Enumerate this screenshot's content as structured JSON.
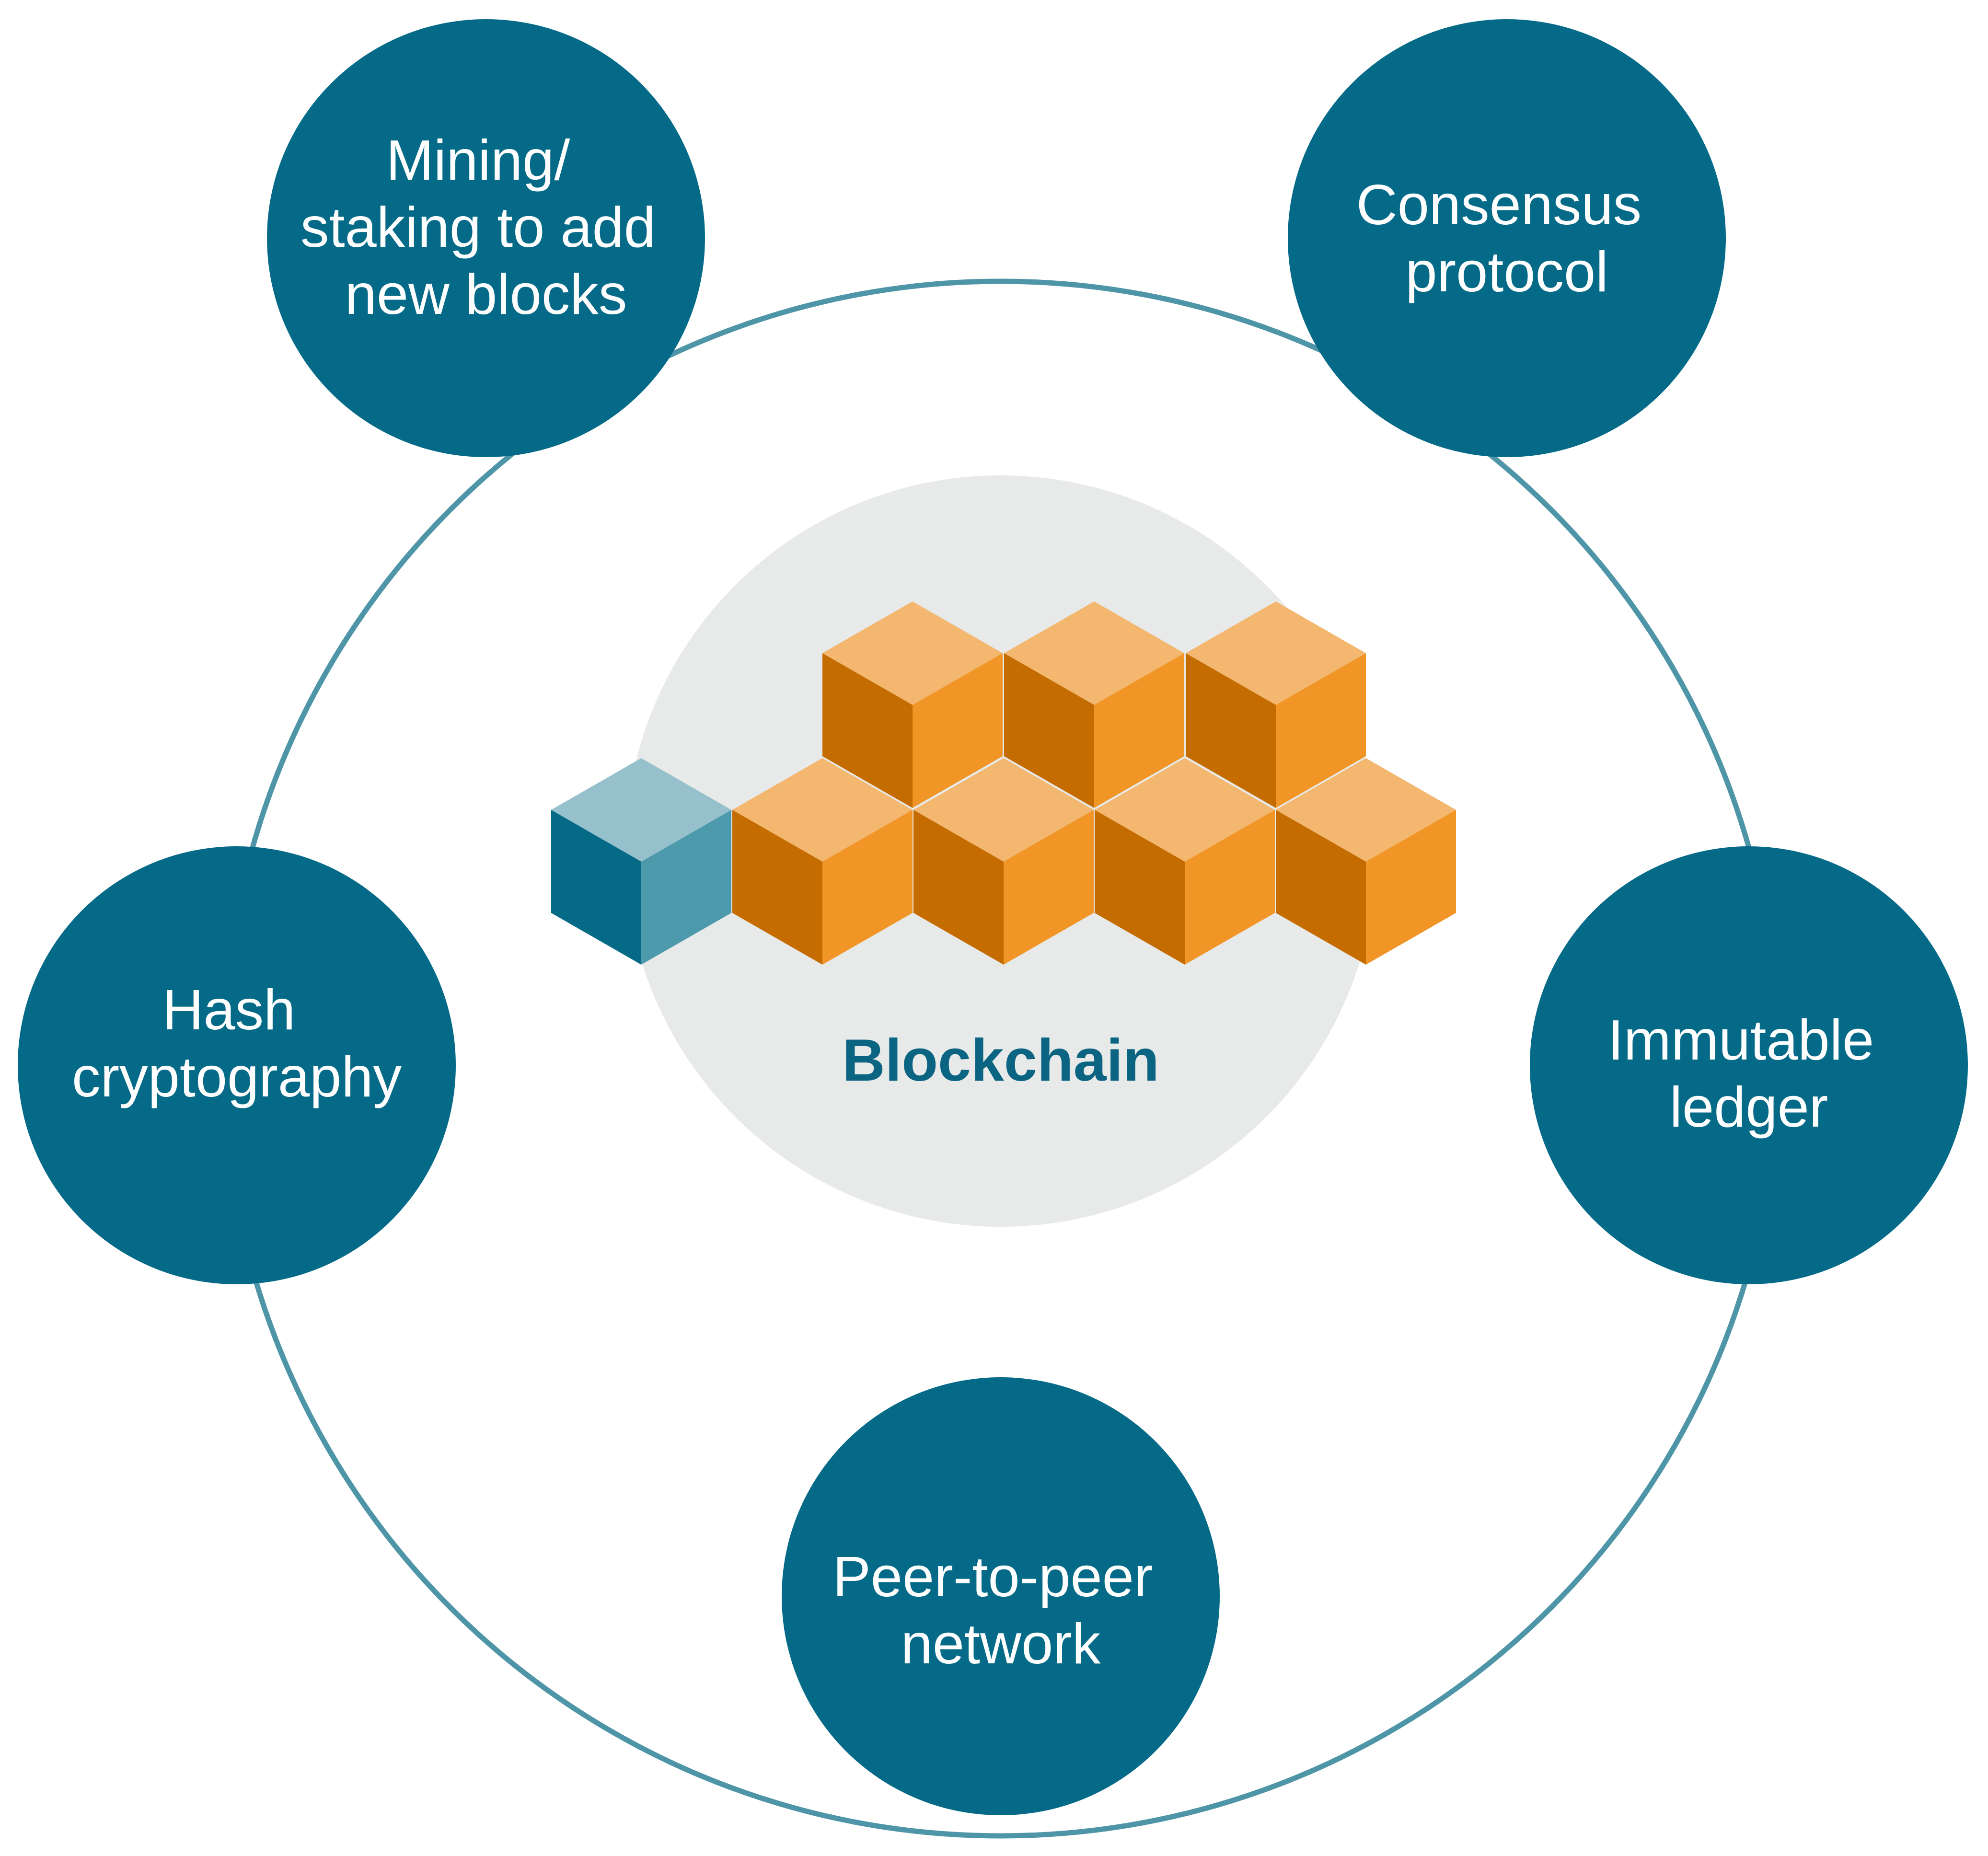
{
  "center": {
    "label": "Blockchain"
  },
  "nodes": [
    {
      "id": "mining",
      "lines": [
        "Mining/",
        "staking to add",
        "new blocks"
      ]
    },
    {
      "id": "consensus",
      "lines": [
        "Consensus",
        "protocol"
      ]
    },
    {
      "id": "hash",
      "lines": [
        "Hash",
        "cryptography"
      ]
    },
    {
      "id": "ledger",
      "lines": [
        "Immutable",
        "ledger"
      ]
    },
    {
      "id": "p2p",
      "lines": [
        "Peer-to-peer",
        "network"
      ]
    }
  ],
  "colors": {
    "node_fill": "#046a87",
    "ring_stroke": "#4e95a8",
    "center_bg": "#e8e9e9",
    "center_label": "#0b6482",
    "cube_top": "#f3b76f",
    "cube_left": "#c46c00",
    "cube_right": "#f09526",
    "teal_top": "#95c0cc",
    "teal_left": "#056a86",
    "teal_right": "#4d9aac"
  }
}
